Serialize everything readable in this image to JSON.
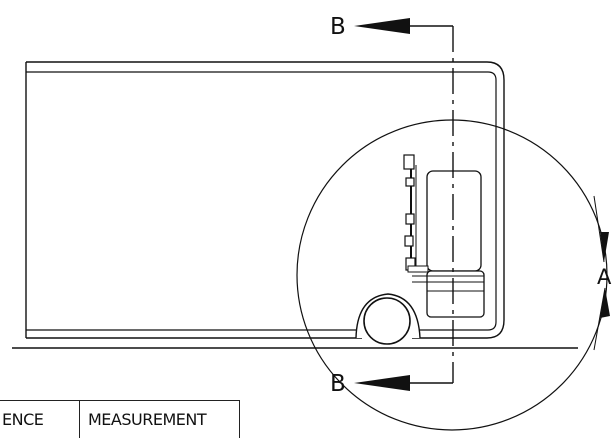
{
  "labels": {
    "section_top": "B",
    "section_bottom": "B",
    "detail_view": "A"
  },
  "table": {
    "headers": [
      "ENCE",
      "MEASUREMENT"
    ]
  }
}
